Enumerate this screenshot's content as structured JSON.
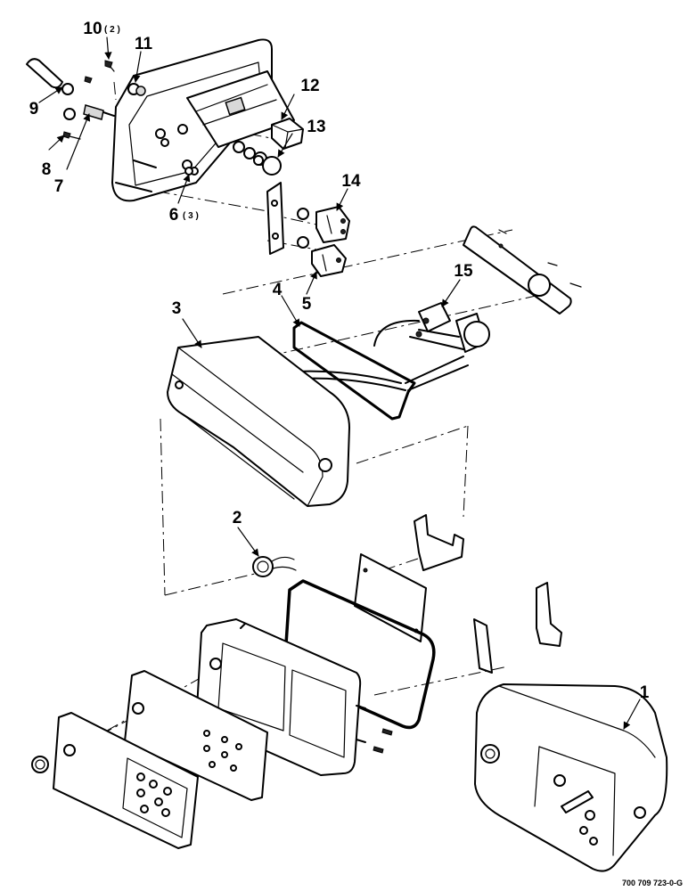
{
  "figure_number": "700 709 723-0-G",
  "callouts": [
    {
      "id": "1",
      "label": "1",
      "qty": ""
    },
    {
      "id": "2",
      "label": "2",
      "qty": ""
    },
    {
      "id": "3",
      "label": "3",
      "qty": ""
    },
    {
      "id": "4",
      "label": "4",
      "qty": ""
    },
    {
      "id": "5",
      "label": "5",
      "qty": ""
    },
    {
      "id": "6",
      "label": "6",
      "qty": "( 3 )"
    },
    {
      "id": "7",
      "label": "7",
      "qty": ""
    },
    {
      "id": "8",
      "label": "8",
      "qty": ""
    },
    {
      "id": "9",
      "label": "9",
      "qty": ""
    },
    {
      "id": "10",
      "label": "10",
      "qty": "( 2 )"
    },
    {
      "id": "11",
      "label": "11",
      "qty": ""
    },
    {
      "id": "12",
      "label": "12",
      "qty": ""
    },
    {
      "id": "13",
      "label": "13",
      "qty": ""
    },
    {
      "id": "14",
      "label": "14",
      "qty": ""
    },
    {
      "id": "15",
      "label": "15",
      "qty": ""
    }
  ]
}
